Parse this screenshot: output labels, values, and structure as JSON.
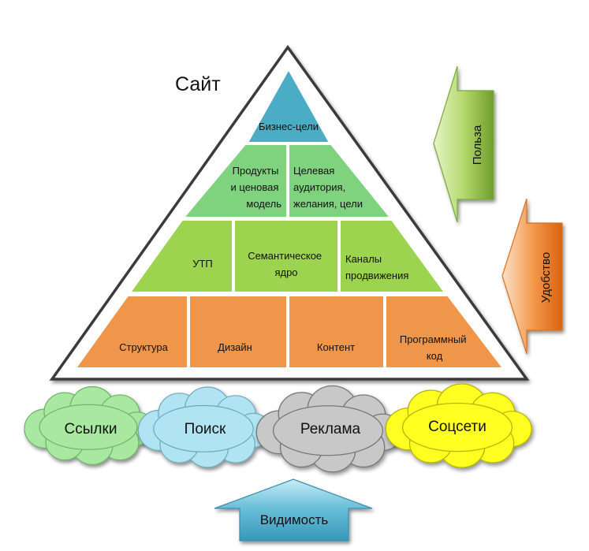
{
  "title": "Сайт",
  "pyramid": {
    "tier1": {
      "label": "Бизнес-цели",
      "color": "#4BACC6"
    },
    "tier2": {
      "color": "#7FD37F",
      "cells": [
        {
          "lines": [
            "Продукты",
            "и ценовая",
            "модель"
          ]
        },
        {
          "lines": [
            "Целевая",
            "аудитория,",
            "желания, цели"
          ]
        }
      ]
    },
    "tier3": {
      "color": "#9CD34F",
      "cells": [
        {
          "lines": [
            "УТП"
          ]
        },
        {
          "lines": [
            "Семантическое",
            "ядро"
          ]
        },
        {
          "lines": [
            "Каналы",
            "продвижения"
          ]
        }
      ]
    },
    "tier4": {
      "color": "#F0964A",
      "cells": [
        {
          "lines": [
            "Структура"
          ]
        },
        {
          "lines": [
            "Дизайн"
          ]
        },
        {
          "lines": [
            "Контент"
          ]
        },
        {
          "lines": [
            "Программный",
            "код"
          ]
        }
      ]
    }
  },
  "side_arrows": [
    {
      "label": "Польза",
      "color": "#88B83C"
    },
    {
      "label": "Удобство",
      "color": "#EE7A1E"
    }
  ],
  "clouds": [
    {
      "label": "Ссылки",
      "color": "#A8E8A0"
    },
    {
      "label": "Поиск",
      "color": "#B0E4F2"
    },
    {
      "label": "Реклама",
      "color": "#C8C8C8"
    },
    {
      "label": "Соцсети",
      "color": "#FFFF22"
    }
  ],
  "bottom_arrow": {
    "label": "Видимость",
    "color": "#4BACC6"
  }
}
